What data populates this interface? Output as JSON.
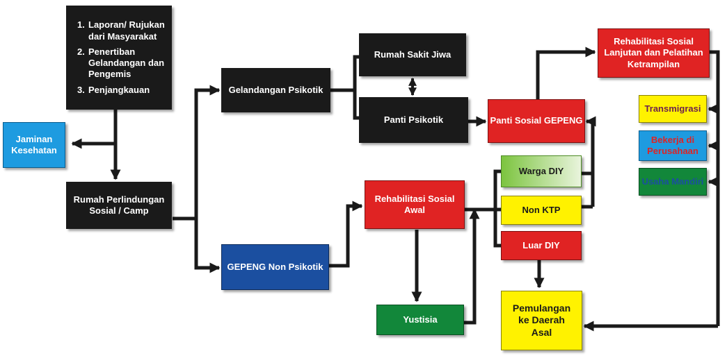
{
  "sources": [
    {
      "num": "1.",
      "text": "Laporan/ Rujukan dari Masyarakat"
    },
    {
      "num": "2.",
      "text": "Penertiban Gelandangan dan Pengemis"
    },
    {
      "num": "3.",
      "text": "Penjangkauan"
    }
  ],
  "boxes": {
    "jaminan": "Jaminan Kesehatan",
    "rumah_perlindungan": "Rumah Perlindungan Sosial / Camp",
    "gelandangan_psikotik": "Gelandangan  Psikotik",
    "gepeng_non_psikotik": "GEPENG Non Psikotik",
    "rumah_sakit_jiwa": "Rumah Sakit Jiwa",
    "panti_psikotik": "Panti Psikotik",
    "rehab_awal": "Rehabilitasi Sosial Awal",
    "yustisia": "Yustisia",
    "warga_diy": "Warga DIY",
    "non_ktp": "Non KTP",
    "luar_diy": "Luar DIY",
    "pemulangan": "Pemulangan ke Daerah Asal",
    "panti_sosial": "Panti Sosial GEPENG",
    "rehab_lanjutan": "Rehabilitasi Sosial Lanjutan dan Pelatihan Ketrampilan",
    "transmigrasi": "Transmigrasi",
    "bekerja": "Bekerja di Perusahaan",
    "usaha_mandiri": "Usaha Mandiri"
  },
  "colors": {
    "black_box": "#1a1a1a",
    "red_box": "#e02323",
    "blue_box": "#1b4fa0",
    "sky_box": "#1e9be0",
    "green_box": "#12873a",
    "yellow_box": "#fff200",
    "bekerja_text": "#e02323",
    "usaha_text": "#1b4fa0",
    "transmigrasi_text": "#6b1f4f",
    "arrow": "#1a1a1a"
  }
}
